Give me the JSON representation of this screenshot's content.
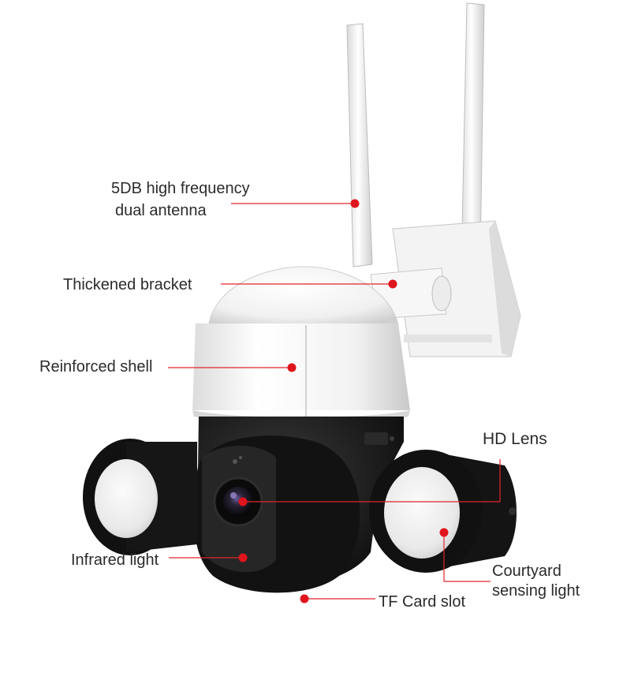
{
  "callouts": {
    "antenna": {
      "line1": "5DB high frequency",
      "line2": "dual antenna"
    },
    "bracket": "Thickened bracket",
    "shell": "Reinforced shell",
    "lens": "HD Lens",
    "infrared": "Infrared light",
    "courtyard": {
      "line1": "Courtyard",
      "line2": "sensing light"
    },
    "tf_card": "TF Card slot"
  },
  "colors": {
    "callout_line": "#e0262d",
    "callout_dot": "#e0141c",
    "label_text": "#2b2b2b",
    "shell_white": "#f4f4f4",
    "body_black": "#1a1a1a"
  }
}
